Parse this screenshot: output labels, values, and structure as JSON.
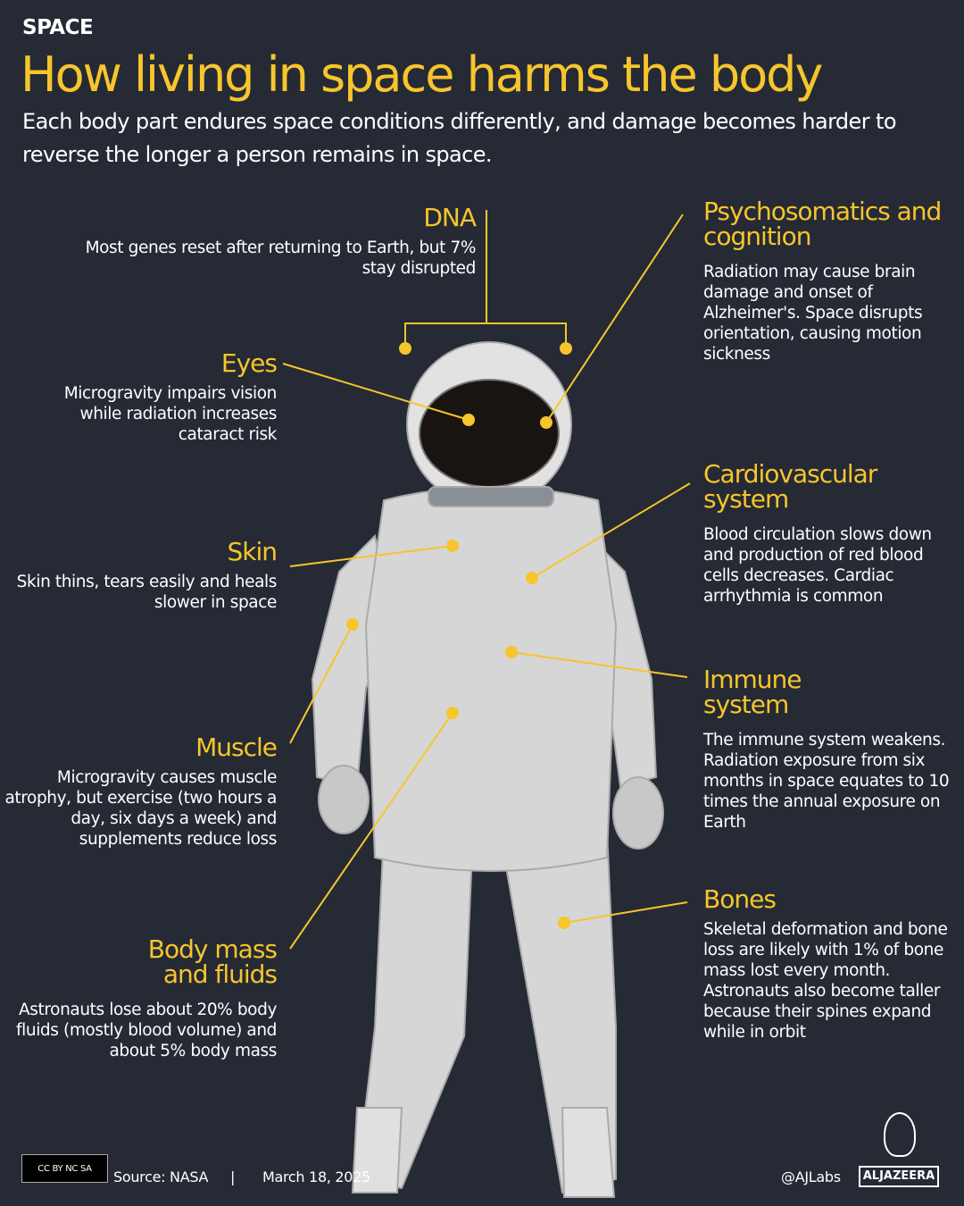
{
  "header": {
    "kicker": "SPACE",
    "title": "How living in space harms the body",
    "subtitle": "Each body part endures space conditions differently, and damage becomes harder to reverse the longer a person remains in space."
  },
  "colors": {
    "background": "#252a35",
    "accent": "#f7c52c",
    "text": "#ffffff"
  },
  "labels": [
    {
      "title": "DNA",
      "text": "Most genes reset after returning to Earth, but 7% stay disrupted"
    },
    {
      "title": "Psychosomatics and cognition",
      "text": "Radiation may cause brain damage and onset of Alzheimer's. Space disrupts orientation, causing motion sickness"
    },
    {
      "title": "Eyes",
      "text": "Microgravity impairs vision while radiation increases cataract risk"
    },
    {
      "title": "Skin",
      "text": "Skin thins, tears easily and heals slower in space"
    },
    {
      "title": "Cardiovascular system",
      "text": "Blood circulation slows down and production of red blood cells decreases. Cardiac arrhythmia is common"
    },
    {
      "title": "Immune system",
      "text": "The immune system weakens. Radiation exposure from six months in space equates to 10 times the annual exposure on Earth"
    },
    {
      "title": "Muscle",
      "text": "Microgravity causes muscle atrophy, but exercise (two hours a day, six days a week) and supplements reduce loss"
    },
    {
      "title": "Body mass and fluids",
      "text": "Astronauts lose about 20% body fluids (mostly blood volume) and about 5% body mass"
    },
    {
      "title": "Bones",
      "text": "Skeletal deformation and bone loss are likely with 1% of bone mass lost every month. Astronauts also become taller because their spines expand while in orbit"
    }
  ],
  "footer": {
    "license": "CC BY NC SA",
    "source": "Source: NASA",
    "separator": "|",
    "date": "March 18, 2025",
    "handle": "@AJLabs",
    "brand": "ALJAZEERA"
  }
}
